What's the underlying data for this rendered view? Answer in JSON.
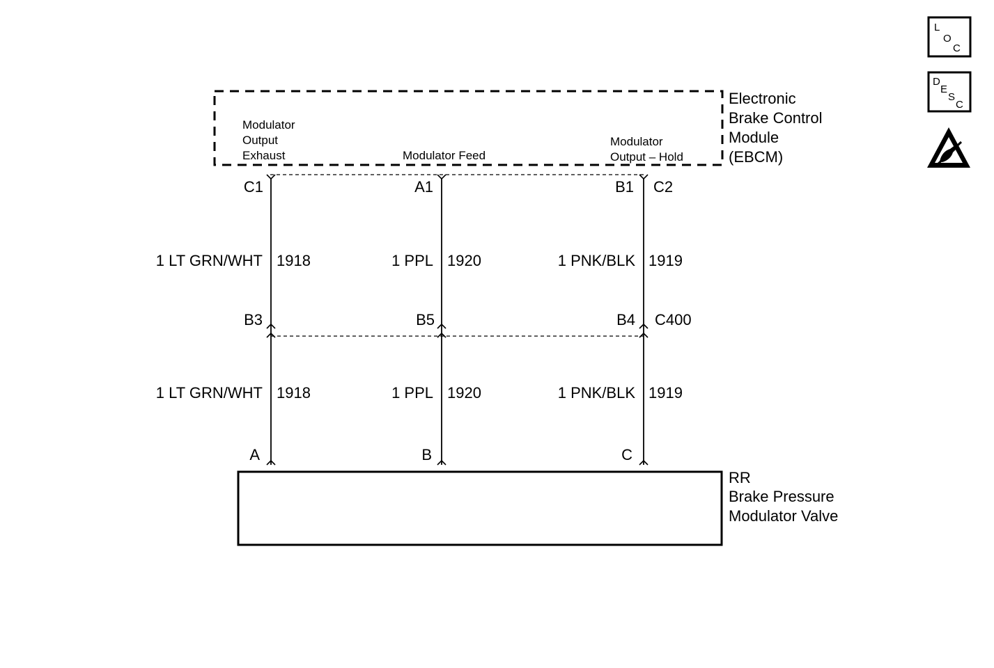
{
  "ebcm": {
    "name_lines": [
      "Electronic",
      "Brake Control",
      "Module",
      "(EBCM)"
    ],
    "connector_left": "C1",
    "connector_right": "C2",
    "circuits": {
      "exhaust_lines": [
        "Modulator",
        "Output",
        "Exhaust"
      ],
      "feed": "Modulator Feed",
      "hold_lines": [
        "Modulator",
        "Output – Hold"
      ]
    }
  },
  "inline_connector": {
    "name": "C400"
  },
  "valve": {
    "name_lines": [
      "RR",
      "Brake Pressure",
      "Modulator Valve"
    ]
  },
  "wires": [
    {
      "upper_wire": "1 LT GRN/WHT",
      "circuit": "1918",
      "ebcm_pin": "C1",
      "inline_pin": "B3",
      "lower_wire": "1 LT GRN/WHT",
      "valve_pin": "A"
    },
    {
      "upper_wire": "1 PPL",
      "circuit": "1920",
      "ebcm_pin": "A1",
      "inline_pin": "B5",
      "lower_wire": "1 PPL",
      "valve_pin": "B"
    },
    {
      "upper_wire": "1 PNK/BLK",
      "circuit": "1919",
      "ebcm_pin": "B1",
      "inline_pin": "B4",
      "lower_wire": "1 PNK/BLK",
      "valve_pin": "C"
    }
  ],
  "icons": {
    "loc": {
      "letters": [
        "L",
        "O",
        "C"
      ],
      "icon": "location-icon"
    },
    "desc": {
      "letters": [
        "D",
        "E",
        "S",
        "C"
      ],
      "icon": "description-icon"
    },
    "esd": {
      "icon": "esd-warning-icon"
    }
  }
}
